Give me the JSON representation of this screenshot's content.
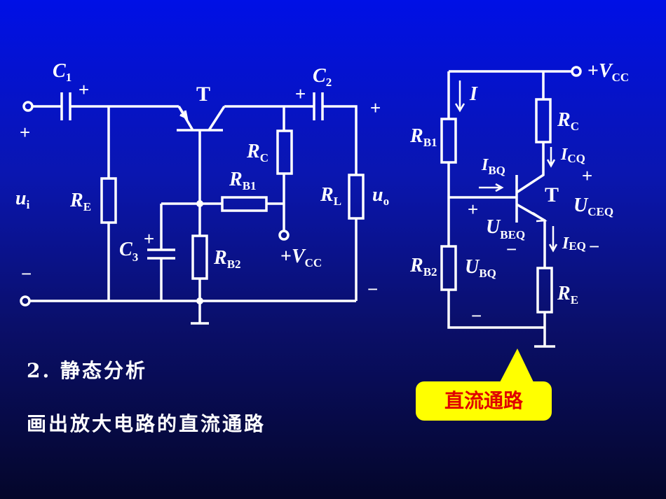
{
  "left_circuit": {
    "C1": {
      "main": "C",
      "sub": "1"
    },
    "C2": {
      "main": "C",
      "sub": "2"
    },
    "C3": {
      "main": "C",
      "sub": "3"
    },
    "T": "T",
    "RE": {
      "main": "R",
      "sub": "E"
    },
    "RC": {
      "main": "R",
      "sub": "C"
    },
    "RB1": {
      "main": "R",
      "sub": "B1"
    },
    "RB2": {
      "main": "R",
      "sub": "B2"
    },
    "RL": {
      "main": "R",
      "sub": "L"
    },
    "ui": {
      "main": "u",
      "sub": "i"
    },
    "uo": {
      "main": "u",
      "sub": "o"
    },
    "vcc": {
      "prefix": "+",
      "main": "V",
      "sub": "CC"
    },
    "plus": "+",
    "minus": "−"
  },
  "right_circuit": {
    "vcc": {
      "prefix": "+",
      "main": "V",
      "sub": "CC"
    },
    "I": "I",
    "RB1": {
      "main": "R",
      "sub": "B1"
    },
    "RB2": {
      "main": "R",
      "sub": "B2"
    },
    "RC": {
      "main": "R",
      "sub": "C"
    },
    "RE": {
      "main": "R",
      "sub": "E"
    },
    "ICQ": {
      "main": "I",
      "sub": "CQ"
    },
    "IBQ": {
      "main": "I",
      "sub": "BQ"
    },
    "IEQ": {
      "main": "I",
      "sub": "EQ"
    },
    "UCEQ": {
      "main": "U",
      "sub": "CEQ"
    },
    "UBEQ": {
      "main": "U",
      "sub": "BEQ"
    },
    "UBQ": {
      "main": "U",
      "sub": "BQ"
    },
    "T": "T",
    "plus": "+",
    "minus": "−"
  },
  "text": {
    "section": "2.  静态分析",
    "instruction": "画出放大电路的直流通路",
    "callout": "直流通路"
  },
  "colors": {
    "callout_bg": "#ffff00",
    "callout_text": "#e00000"
  }
}
